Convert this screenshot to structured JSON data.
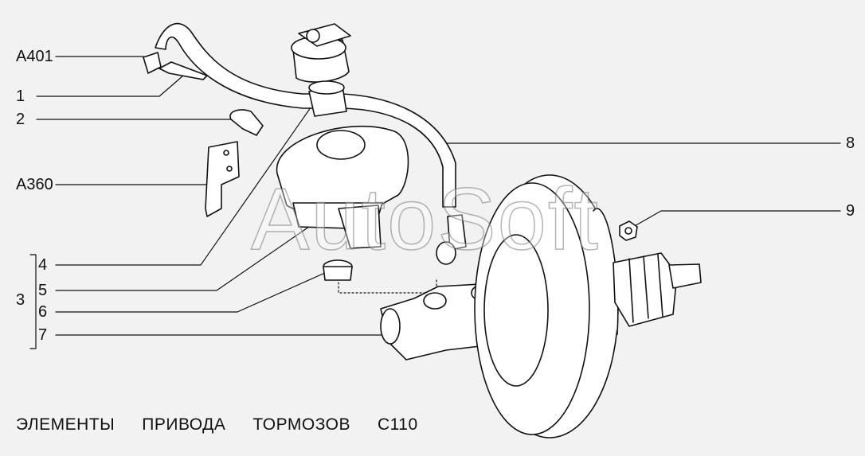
{
  "callouts": {
    "a401": "A401",
    "c1": "1",
    "c2": "2",
    "a360": "A360",
    "c8": "8",
    "c9": "9",
    "c3": "3",
    "c4": "4",
    "c5": "5",
    "c6": "6",
    "c7": "7"
  },
  "caption": {
    "w1": "ЭЛЕМЕНТЫ",
    "w2": "ПРИВОДА",
    "w3": "ТОРМОЗОВ",
    "w4": "С110"
  },
  "watermark": "AutoSoft"
}
